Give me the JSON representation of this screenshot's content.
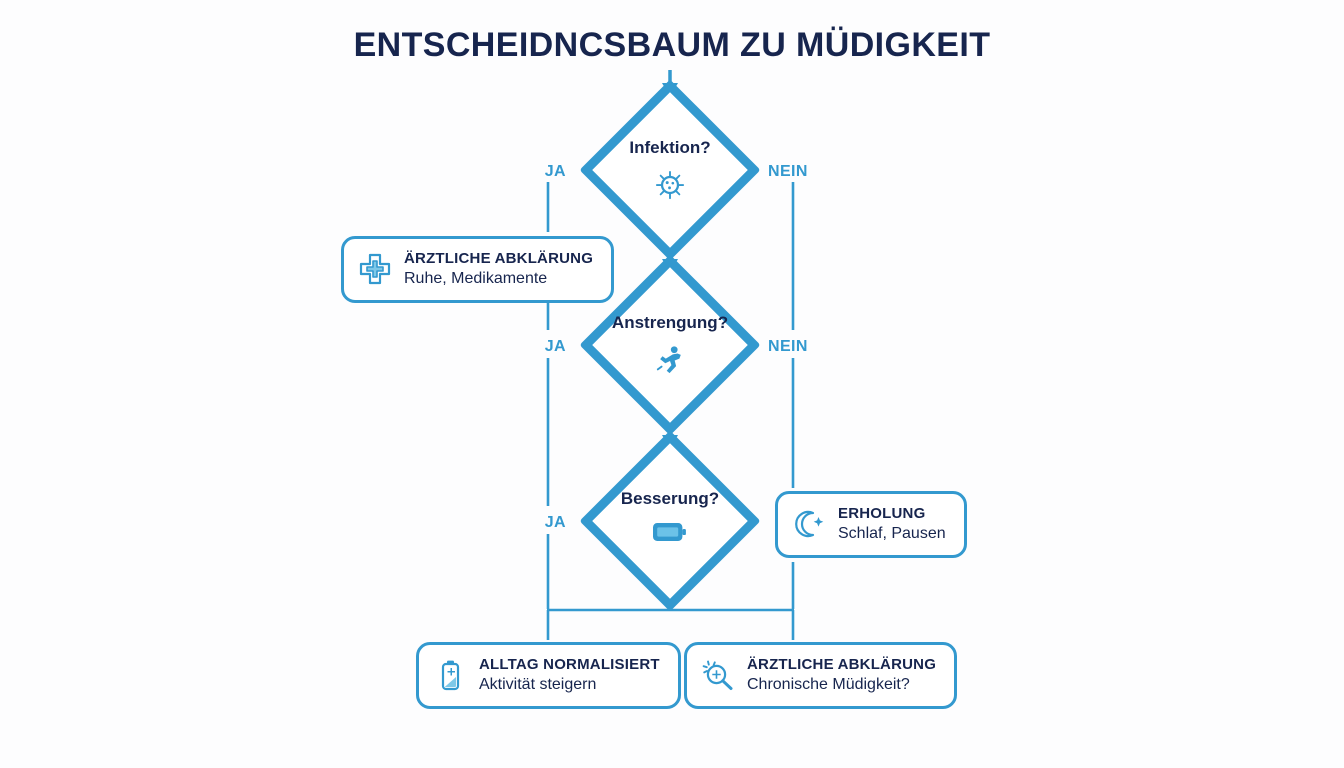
{
  "title": "ENTSCHEIDNCSBAUM ZU MÜDIGKEIT",
  "colors": {
    "accent": "#3399cf",
    "ink": "#17254e",
    "background": "#fdfdfe"
  },
  "decisions": [
    {
      "id": "infektion",
      "label": "Infektion?",
      "icon": "virus-icon",
      "yes_label": "JA",
      "no_label": "NEIN"
    },
    {
      "id": "anstrengung",
      "label": "Anstrengung?",
      "icon": "running-person-icon",
      "yes_label": "JA",
      "no_label": "NEIN"
    },
    {
      "id": "besserung",
      "label": "Besserung?",
      "icon": "battery-icon",
      "yes_label": "JA",
      "no_label": ""
    }
  ],
  "outcomes": [
    {
      "id": "aerztlich-1",
      "title": "ÄRZTLICHE ABKLÄRUNG",
      "subtitle": "Ruhe, Medikamente",
      "icon": "medical-cross-icon"
    },
    {
      "id": "erholung",
      "title": "ERHOLUNG",
      "subtitle": "Schlaf, Pausen",
      "icon": "moon-sparkle-icon"
    },
    {
      "id": "alltag",
      "title": "ALLTAG NORMALISIERT",
      "subtitle": "Aktivität steigern",
      "icon": "battery-plus-icon"
    },
    {
      "id": "aerztlich-2",
      "title": "ÄRZTLICHE ABKLÄRUNG",
      "subtitle": "Chronische Müdigkeit?",
      "icon": "magnifier-plus-icon"
    }
  ]
}
